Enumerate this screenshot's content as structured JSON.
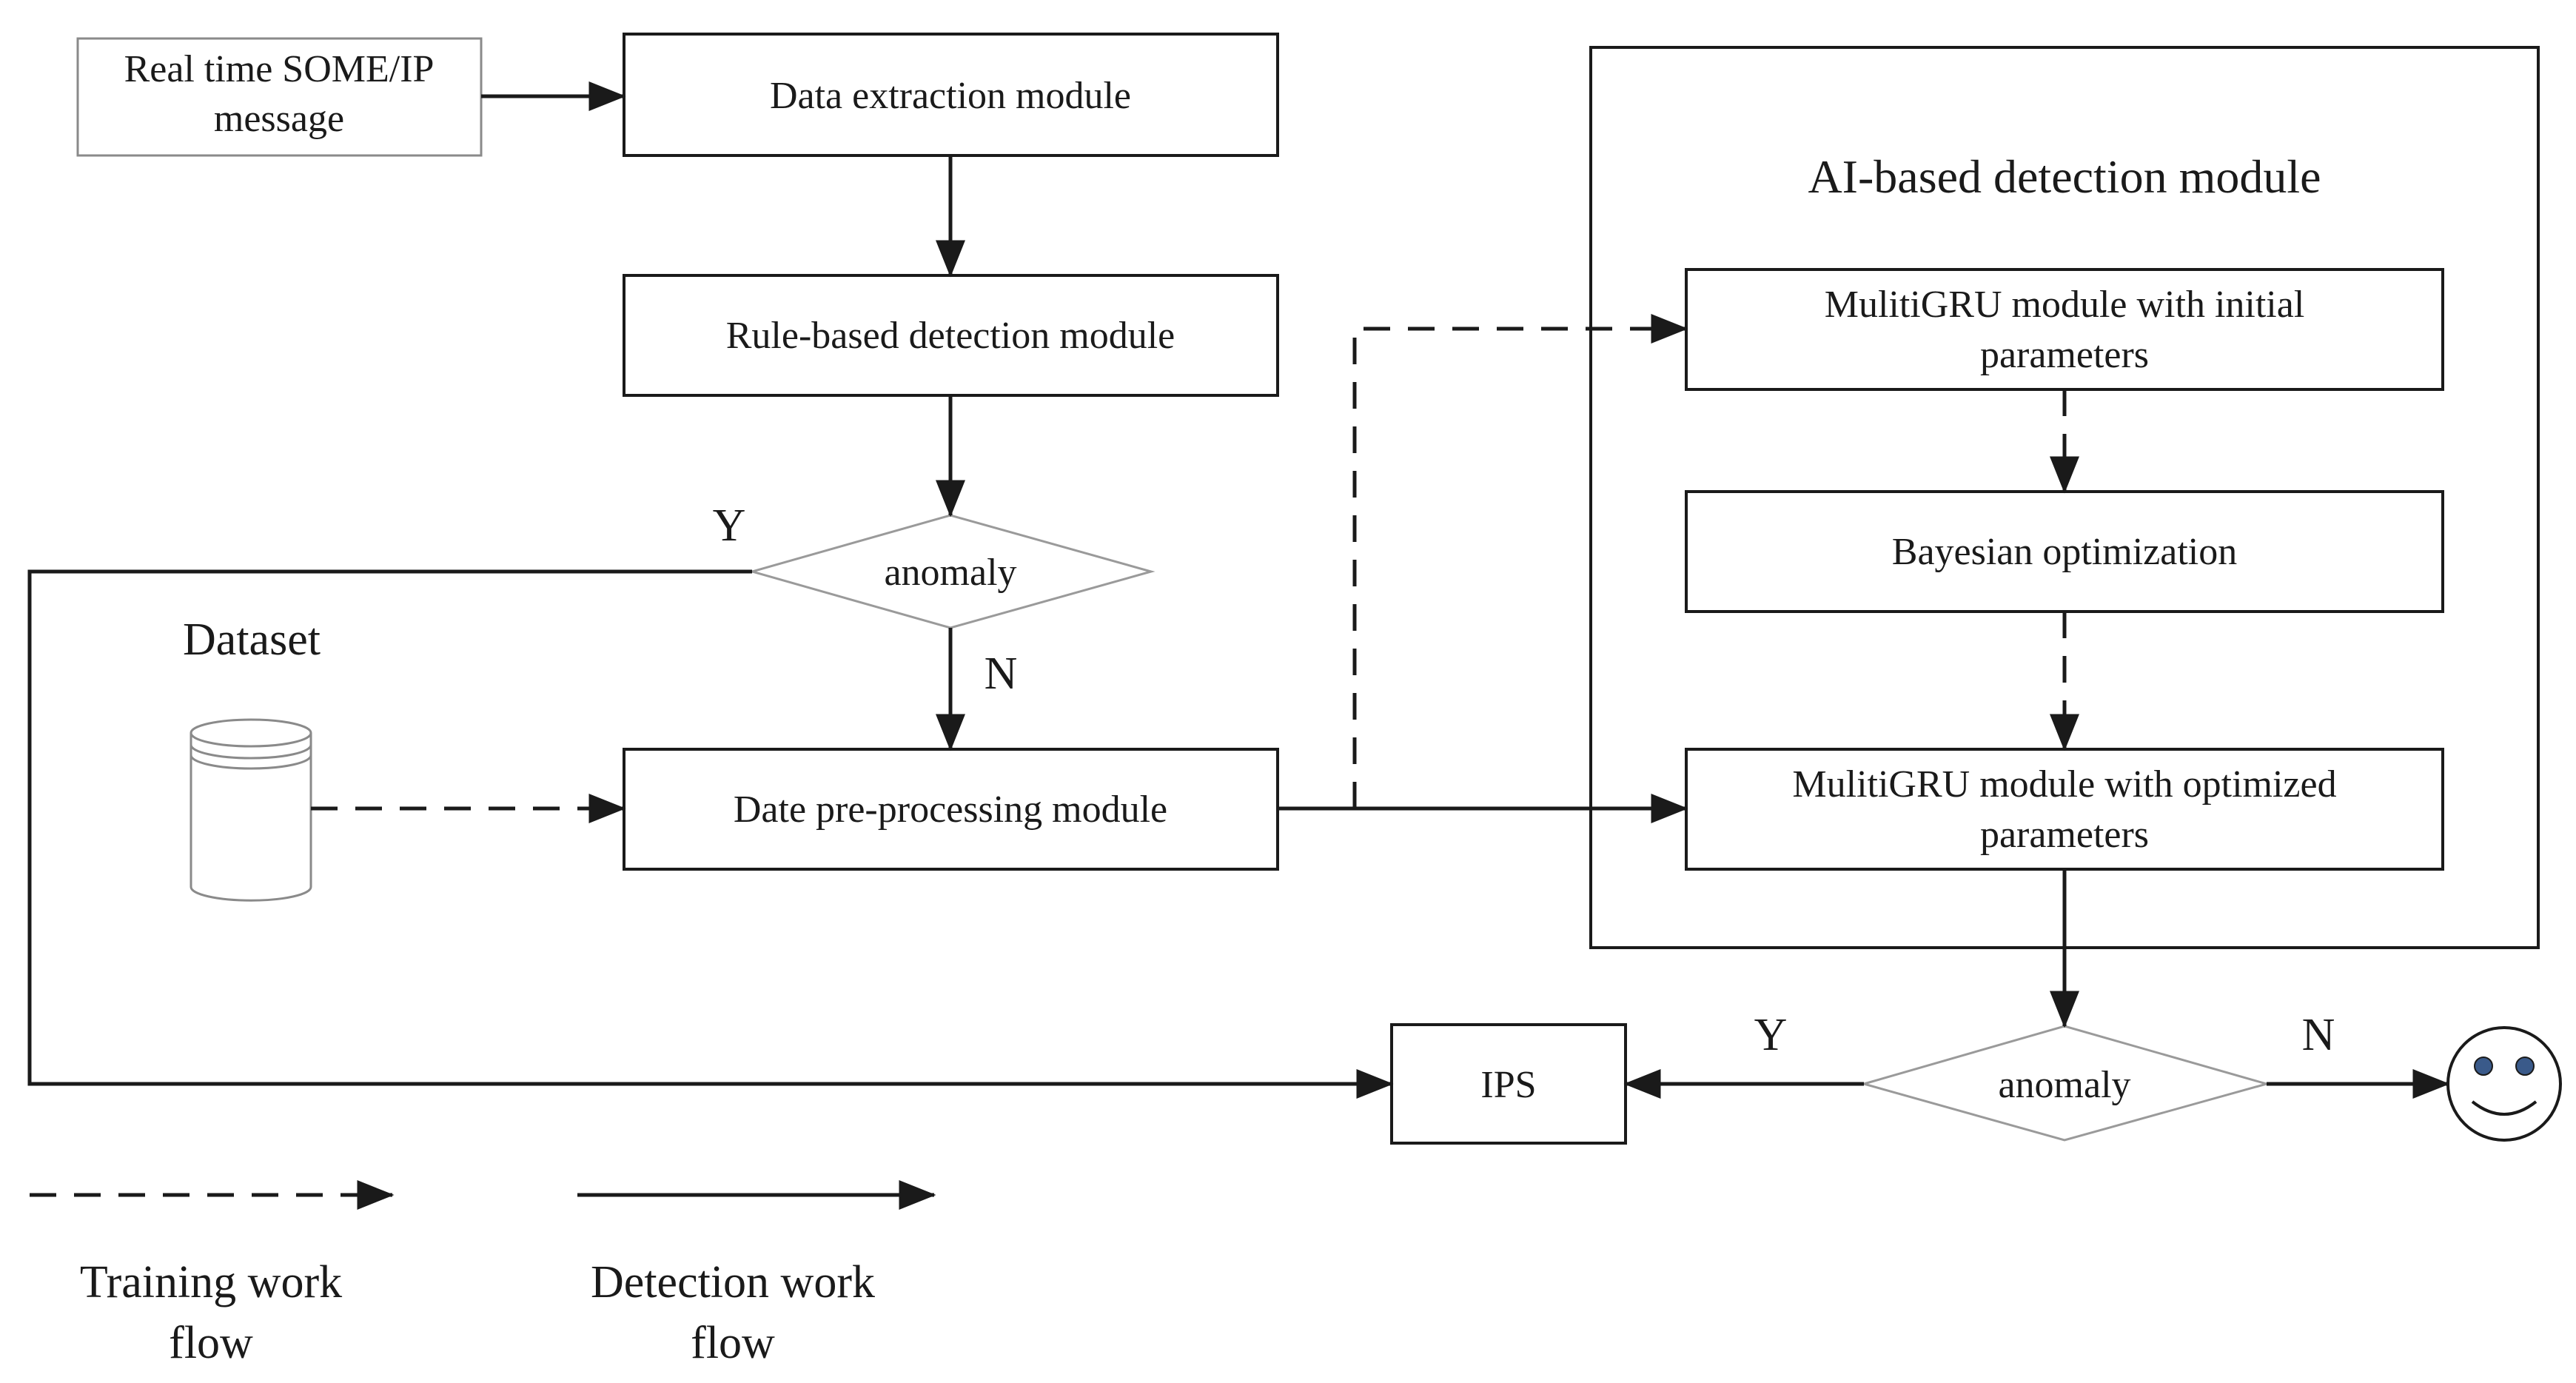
{
  "nodes": {
    "realtime": {
      "line1": "Real time SOME/IP",
      "line2": "message"
    },
    "data_extraction": {
      "label": "Data extraction module"
    },
    "rule_based": {
      "label": "Rule-based detection module"
    },
    "anomaly_top": {
      "label": "anomaly"
    },
    "dataset": {
      "label": "Dataset"
    },
    "preprocess": {
      "label": "Date pre-processing module"
    },
    "ai_module": {
      "title": "AI-based detection module"
    },
    "multigru_initial": {
      "line1": "MulitiGRU module with initial",
      "line2": "parameters"
    },
    "bayesian": {
      "label": "Bayesian optimization"
    },
    "multigru_optimized": {
      "line1": "MulitiGRU module with  optimized",
      "line2": "parameters"
    },
    "anomaly_bottom": {
      "label": "anomaly"
    },
    "ips": {
      "label": "IPS"
    }
  },
  "edge_labels": {
    "top_yes": "Y",
    "top_no": "N",
    "bottom_yes": "Y",
    "bottom_no": "N"
  },
  "legend": {
    "training": {
      "line1": "Training work",
      "line2": "flow"
    },
    "detection": {
      "line1": "Detection work",
      "line2": "flow"
    }
  },
  "colors": {
    "stroke": "#1a1a1a",
    "diamond_stroke": "#9a9a9a",
    "eye": "#3a5a8a"
  }
}
